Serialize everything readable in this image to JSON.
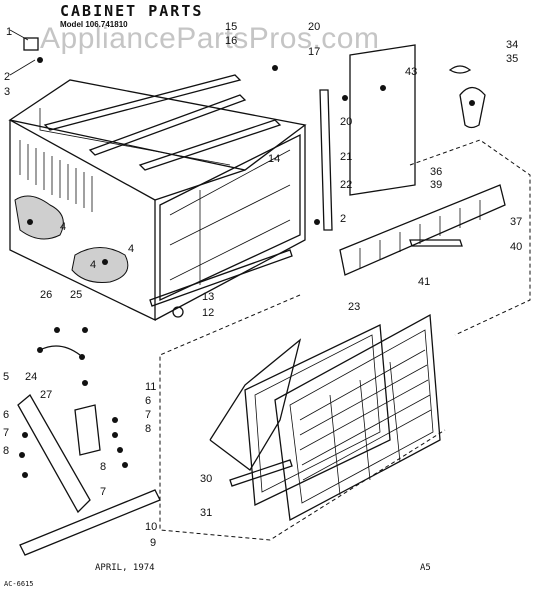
{
  "title": "CABINET PARTS",
  "model": "Model 106.741810",
  "watermark": "AppliancePartsPros.com",
  "footer": {
    "date": "APRIL, 1974",
    "page": "A5",
    "code": "AC-6615"
  },
  "callouts": [
    "1",
    "2",
    "3",
    "4",
    "4",
    "4",
    "5",
    "6",
    "6",
    "7",
    "7",
    "7",
    "8",
    "8",
    "8",
    "9",
    "10",
    "11",
    "12",
    "13",
    "14",
    "15",
    "16",
    "17",
    "20",
    "20",
    "21",
    "22",
    "23",
    "24",
    "25",
    "26",
    "27",
    "30",
    "31",
    "34",
    "35",
    "36",
    "37",
    "39",
    "40",
    "41",
    "43",
    "2"
  ]
}
